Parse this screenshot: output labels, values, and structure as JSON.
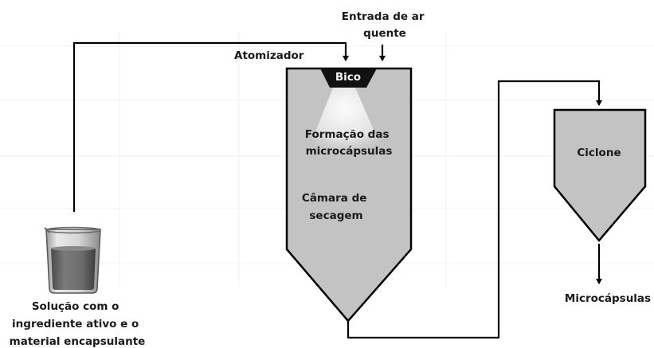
{
  "labels": {
    "hot_air_inlet_line1": "Entrada de ar",
    "hot_air_inlet_line2": "quente",
    "atomizer": "Atomizador",
    "nozzle": "Bico",
    "microcapsule_formation_line1": "Formação das",
    "microcapsule_formation_line2": "microcápsulas",
    "drying_chamber_line1": "Câmara de",
    "drying_chamber_line2": "secagem",
    "cyclone": "Ciclone",
    "microcapsules_output": "Microcápsulas",
    "solution_line1": "Solução com o",
    "solution_line2": "ingrediente ativo e o",
    "solution_line3": "material encapsulante"
  },
  "colors": {
    "chamber_fill": "#c3c3c3",
    "nozzle_fill": "#111111",
    "lines": "#000000",
    "text": "#1a1a1a"
  }
}
